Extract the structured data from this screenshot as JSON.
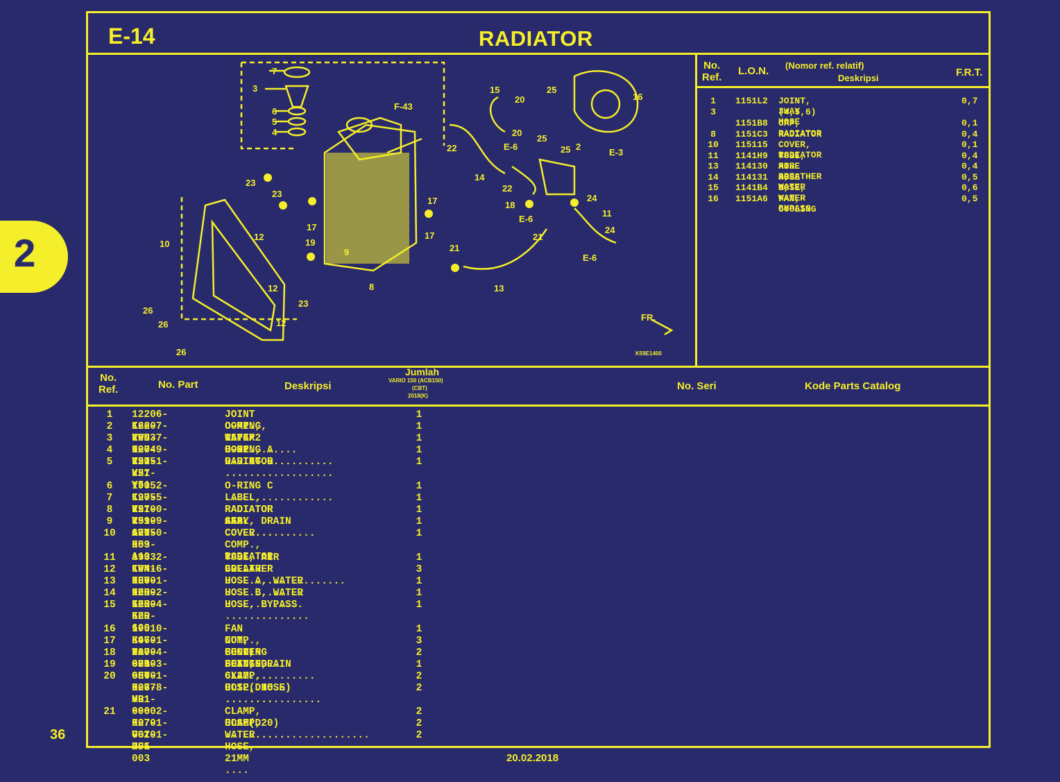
{
  "header": {
    "section_code": "E-14",
    "title": "RADIATOR"
  },
  "side_tab": {
    "number": "2"
  },
  "page_number": "36",
  "date": "20.02.2018",
  "diagram": {
    "callouts": [
      "7",
      "3",
      "6",
      "5",
      "4",
      "F-43",
      "15",
      "20",
      "25",
      "16",
      "22",
      "20",
      "E-6",
      "25",
      "25",
      "2",
      "E-3",
      "14",
      "22",
      "23",
      "23",
      "17",
      "10",
      "12",
      "17",
      "18",
      "E-6",
      "24",
      "11",
      "24",
      "E-6",
      "19",
      "9",
      "17",
      "21",
      "21",
      "E-6",
      "26",
      "26",
      "26",
      "12",
      "23",
      "12",
      "8",
      "13"
    ],
    "front_label": "FR.",
    "figure_code": "K59E1400"
  },
  "frt_table": {
    "headers": {
      "ref": "No.\nRef.",
      "lon": "L.O.N.",
      "desc_note": "(Nomor ref. relatif)",
      "desc": "Deskripsi",
      "frt": "F.R.T."
    },
    "rows": [
      {
        "ref": "1",
        "lon": "1151L2",
        "desc": "JOINT, 3WAY HOSE",
        "val": "0,7"
      },
      {
        "ref": "3",
        "lon": "",
        "desc": "(4,5,6)",
        "val": ""
      },
      {
        "ref": "",
        "lon": "1151B8",
        "desc": "CAP, RADIATOR",
        "val": "0,1"
      },
      {
        "ref": "8",
        "lon": "1151C3",
        "desc": "RADIATOR",
        "val": "0,4"
      },
      {
        "ref": "10",
        "lon": "115115",
        "desc": "COVER, RADIATOR",
        "val": "0,1"
      },
      {
        "ref": "11",
        "lon": "1141H9",
        "desc": "TUBE, AIR BREATHER",
        "val": "0,4"
      },
      {
        "ref": "13",
        "lon": "114130",
        "desc": "HOSE A, WATER",
        "val": "0,4"
      },
      {
        "ref": "14",
        "lon": "114131",
        "desc": "HOSE B, WATER",
        "val": "0,5"
      },
      {
        "ref": "15",
        "lon": "1141B4",
        "desc": "HOSE, WATER BYPASS",
        "val": "0,6"
      },
      {
        "ref": "16",
        "lon": "1151A6",
        "desc": "FAN, COOLING",
        "val": "0,5"
      }
    ]
  },
  "parts_table": {
    "headers": {
      "ref": "No.\nRef.",
      "part_no": "No. Part",
      "desc": "Deskripsi",
      "qty_title": "Jumlah",
      "qty_model": "VARIO 150 (ACB150)",
      "qty_type": "(CBT)",
      "qty_year": "2018(K)",
      "serial": "No. Seri",
      "catalog": "Kode Parts Catalog"
    },
    "rows": [
      {
        "ref": "1",
        "part_no": "12206-K66-V00",
        "desc": "JOINT COMP., WATER HOSE ....",
        "qty": "1"
      },
      {
        "ref": "2",
        "part_no": "12207-KWN-900",
        "desc": "O-RING, 15.4X2 ............",
        "qty": "1"
      },
      {
        "ref": "3",
        "part_no": "19037-K27-V51",
        "desc": "CAP COMP., RADIATOR ........",
        "qty": "1"
      },
      {
        "ref": "4",
        "part_no": "19049-K27-V51",
        "desc": "O-RING A ..................",
        "qty": "1"
      },
      {
        "ref": "5",
        "part_no": "19051-K27-V51",
        "desc": "O-RING B ..................",
        "qty": "1"
      },
      {
        "ref": "6",
        "part_no": "19052-K27-V51",
        "desc": "O-RING C ..................",
        "qty": "1"
      },
      {
        "ref": "7",
        "part_no": "19055-K27-V51",
        "desc": "LABEL, RADIATOR CAP ........",
        "qty": "1"
      },
      {
        "ref": "8",
        "part_no": "19100-K59-A70",
        "desc": "RADIATOR ASSY. ............",
        "qty": "1"
      },
      {
        "ref": "9",
        "part_no": "19109-GET-003",
        "desc": "SEAL, DRAIN ...............",
        "qty": "1"
      },
      {
        "ref": "10",
        "part_no": "19150-K59-A10",
        "desc": "COVER COMP., RADIATOR ......",
        "qty": "1"
      },
      {
        "ref": "11",
        "part_no": "19332-KWN-900",
        "desc": "TUBE, AIR BREATHER .........",
        "qty": "1"
      },
      {
        "ref": "12",
        "part_no": "19416-KEY-900",
        "desc": "COLLAR ....................",
        "qty": "3"
      },
      {
        "ref": "13",
        "part_no": "19501-KZR-600",
        "desc": "HOSE A, WATER .............",
        "qty": "1"
      },
      {
        "ref": "14",
        "part_no": "19502-KZR-600",
        "desc": "HOSE B, WATER .............",
        "qty": "1"
      },
      {
        "ref": "15",
        "part_no": "19504-KZR-600",
        "desc": "HOSE, BYPASS ..............",
        "qty": "1"
      },
      {
        "ref": "16",
        "part_no": "19510-K97-T00",
        "desc": "FAN COMP., COOLING .........",
        "qty": "1"
      },
      {
        "ref": "17",
        "part_no": "84601-HA7-670",
        "desc": "NUT, FENDER SETTING ........",
        "qty": "3"
      },
      {
        "ref": "18",
        "part_no": "90004-GHB-660",
        "desc": "BOLT, FLANGE, 6X22 .........",
        "qty": "2"
      },
      {
        "ref": "19",
        "part_no": "90103-GET-003",
        "desc": "BOLT, DRAIN ...............",
        "qty": "1"
      },
      {
        "ref": "20",
        "part_no": "90601-K27-V01",
        "desc": "CLAMP, HOSE(D15.5) .........",
        "qty": "2"
      },
      {
        "ref": "",
        "part_no": "90678-MR1-690",
        "desc": "CLIP, HOSE ................",
        "qty": "2"
      },
      {
        "ref": "21",
        "part_no": "90602-K27-V01",
        "desc": "CLAMP, HOSE(D20) ...........",
        "qty": "2"
      },
      {
        "ref": "",
        "part_no": "90701-GGZ-J01",
        "desc": "CLAMP, WATER HOSE, 21MM ....",
        "qty": "2"
      },
      {
        "ref": "",
        "part_no": "90701-MF5-003",
        "desc": "  ........................",
        "qty": "2"
      }
    ]
  },
  "colors": {
    "background": "#282a6b",
    "ink": "#f5ee2a"
  }
}
